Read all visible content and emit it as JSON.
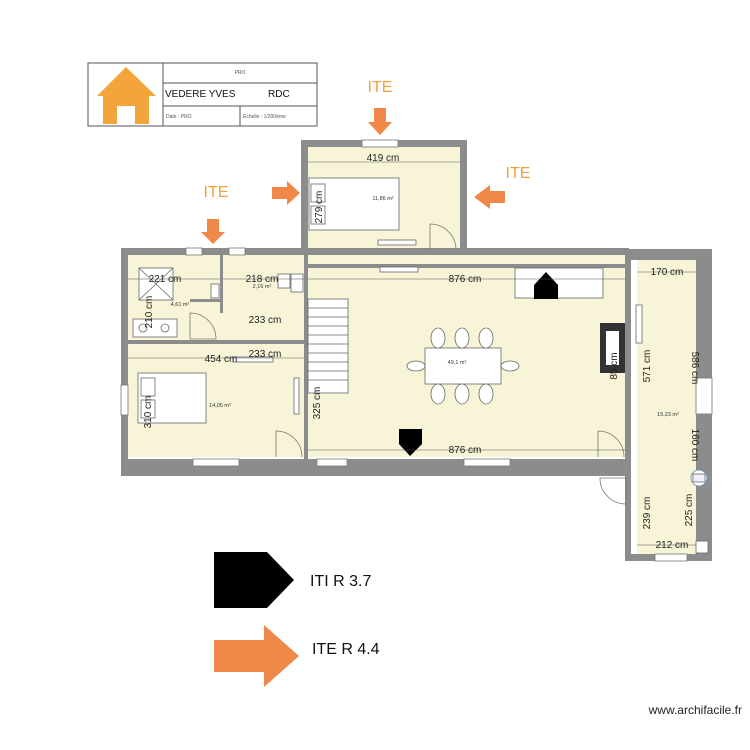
{
  "cartouche": {
    "top_label": "PRO",
    "project": "VEDERE YVES",
    "level": "RDC",
    "date_label": "Date : PRO",
    "scale_label": "Echelle : 1/200ème"
  },
  "ite_markers": [
    {
      "label": "ITE"
    },
    {
      "label": "ITE"
    },
    {
      "label": "ITE"
    }
  ],
  "dimensions": {
    "d419": "419 cm",
    "d279": "279 cm",
    "d221": "221 cm",
    "d218": "218 cm",
    "d876_top": "876 cm",
    "d170": "170 cm",
    "d210": "210 cm",
    "d233_a": "233 cm",
    "d454": "454 cm",
    "d233_b": "233 cm",
    "d571": "571 cm",
    "d586": "586 cm",
    "d310": "310 cm",
    "d325": "325 cm",
    "d85": "85 cm",
    "d876_bottom": "876 cm",
    "d160": "160 cm",
    "d239": "239 cm",
    "d225": "225 cm",
    "d212": "212 cm"
  },
  "areas": {
    "bedroom_top": "11,86 m²",
    "wc": "2,16 m²",
    "bath": "4,61 m²",
    "living": "49,1 m²",
    "bedroom_left": "14,05 m²",
    "right_room": "15,23 m²"
  },
  "legend": {
    "iti": "ITI  R    3.7",
    "ite": "ITE R    4.4"
  },
  "colors": {
    "wall": "#8c8c8c",
    "floor": "#f8f4d8",
    "ite_orange": "#f0884a",
    "ite_text": "#f0a040",
    "house_icon": "#f2a53a",
    "iti_black": "#000000"
  },
  "watermark": "www.archifacile.fr"
}
